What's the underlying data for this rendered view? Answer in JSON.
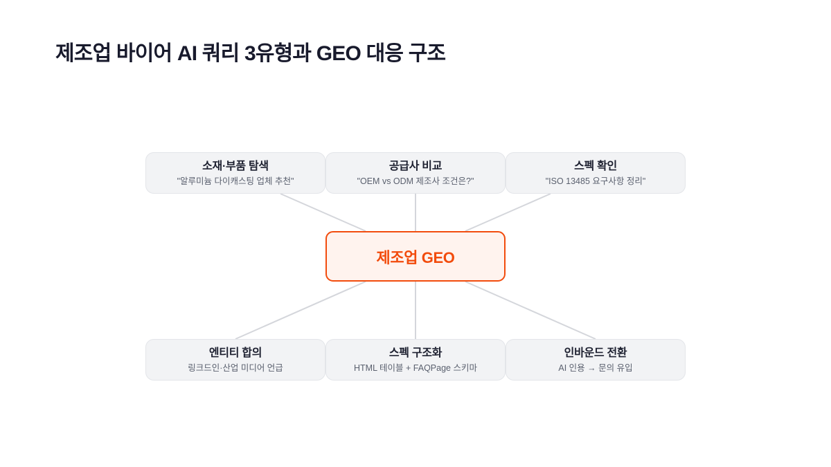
{
  "title": "제조업 바이어 AI 쿼리 3유형과 GEO 대응 구조",
  "colors": {
    "accent": "#f24b0c",
    "accent_fill": "#fff3ee",
    "node_fill": "#f2f3f5",
    "node_border": "#e3e5e9",
    "connector": "#d4d6db",
    "title_text": "#181a2c",
    "subtitle_text": "#5a606e"
  },
  "center": {
    "label": "제조업 GEO"
  },
  "top_nodes": [
    {
      "title": "소재·부품 탐색",
      "subtitle": "\"알루미늄 다이캐스팅 업체 추천\""
    },
    {
      "title": "공급사 비교",
      "subtitle": "\"OEM vs ODM 제조사 조건은?\""
    },
    {
      "title": "스펙 확인",
      "subtitle": "\"ISO 13485 요구사항 정리\""
    }
  ],
  "bottom_nodes": [
    {
      "title": "엔티티 합의",
      "subtitle": "링크드인·산업 미디어 언급"
    },
    {
      "title": "스펙 구조화",
      "subtitle": "HTML 테이블 + FAQPage 스키마"
    },
    {
      "title": "인바운드 전환",
      "subtitle": "AI 인용 → 문의 유입"
    }
  ]
}
